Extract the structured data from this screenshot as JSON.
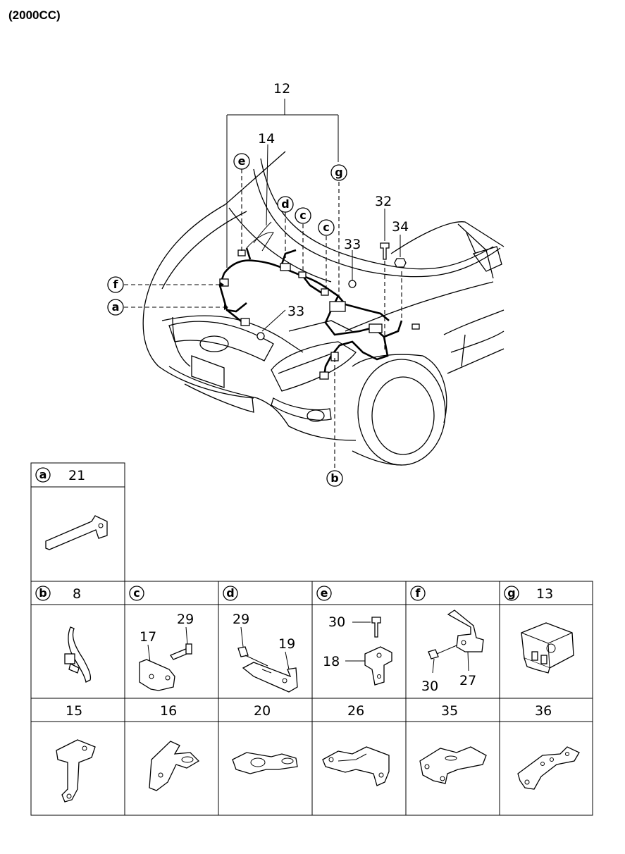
{
  "header": {
    "title": "(2000CC)"
  },
  "callouts": {
    "c12": "12",
    "c14": "14",
    "c32": "32",
    "c34": "34",
    "c33a": "33",
    "c33b": "33",
    "le": "e",
    "lg": "g",
    "ld": "d",
    "lc1": "c",
    "lc2": "c",
    "lf": "f",
    "la": "a",
    "lb": "b"
  },
  "cells": {
    "a": {
      "letter": "a",
      "num": "21"
    },
    "b": {
      "letter": "b",
      "num": "8"
    },
    "c": {
      "letter": "c",
      "n1": "29",
      "n2": "17"
    },
    "d": {
      "letter": "d",
      "n1": "29",
      "n2": "19"
    },
    "e": {
      "letter": "e",
      "n1": "30",
      "n2": "18"
    },
    "f": {
      "letter": "f",
      "n1": "30",
      "n2": "27"
    },
    "g": {
      "letter": "g",
      "num": "13"
    },
    "r15": "15",
    "r16": "16",
    "r20": "20",
    "r26": "26",
    "r35": "35",
    "r36": "36"
  }
}
